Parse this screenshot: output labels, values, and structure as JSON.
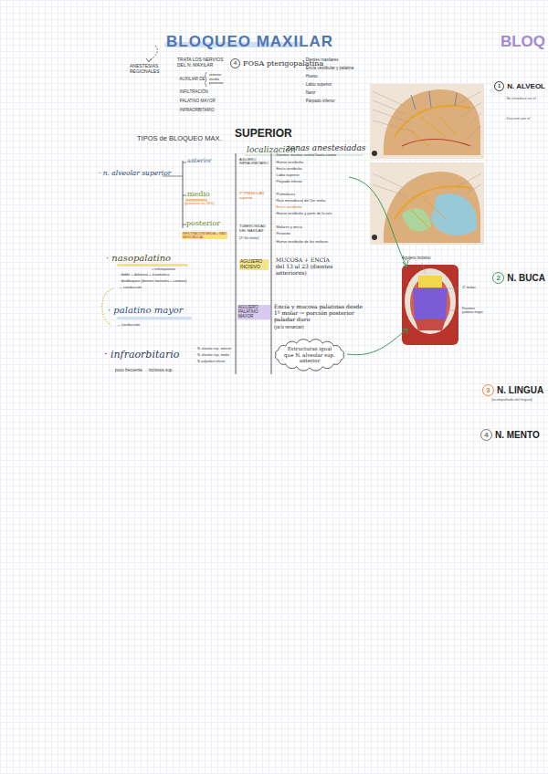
{
  "diagram": {
    "title": "BLOQUEO MAXILAR",
    "nodes": [
      {
        "text": [
          "4",
          "FOSA pterigopalatina"
        ]
      },
      {
        "text": [
          "Estructuras igual que N. alveolar sup. anterior"
        ]
      },
      {
        "text": [
          "1",
          "N. ALVEOL"
        ]
      },
      {
        "text": [
          "2",
          "N. BUCA"
        ]
      },
      {
        "text": [
          "3",
          "N. LINGUA"
        ]
      },
      {
        "text": [
          "4",
          "N. MENTO"
        ]
      }
    ],
    "labels": [
      "ANESTESIAS REGIONALES",
      "TRATA LOS NERVIOS DEL N. MAXILAR",
      "· AUXILIAR DE",
      "anterior medio posterior",
      "· INFILTRACIÓN",
      "· PALATINO MAYOR",
      "· INFRAORBITARIO",
      "· Dientes maxilares",
      "· Encía vestibular y palatina",
      "· Hueso",
      "· Labio superior",
      "· Nariz",
      "· Párpado inferior",
      "TIPOS de BLOQUEO MAX.",
      "SUPERIOR",
      "localización",
      "zonas anestesiadas",
      "· n. alveolar superior",
      "anterior",
      "AGUJERO INFRAORBITARIO",
      "· Dientes: incisivo central hasta canino",
      "· Hueso vestibular",
      "· Encía vestibular",
      "· Labio superior",
      "· Párpado inferior",
      "medio",
      "(presente en 28%)",
      "2º PREMOLAR superior",
      "· Premolares",
      "· Raíz mesiobucal del 1er molar",
      "· Encía vestibular",
      "· Hueso vestibular y parte de la raíz",
      "posterior",
      "INFILTRACIÓN MEDIA + RAÍZ MESIOBUCAL",
      "TUBEROSIDAD DEL MAXILAR",
      "(2º-3er molar)",
      "· Molares y encía",
      "· Periostio",
      "· Hueso vestibular de los molares",
      "· nasopalatino",
      "+ esfenopalatino",
      "· doble + dolorosa + traumática",
      "· desbloqueo (dientes frontales + caninos)",
      "→ conducción",
      "AGUJERO INCISIVO",
      "MUCOSA + ENCÍA del 13 al 23 (dientes anteriores)",
      "· palatino mayor",
      "→ conducción",
      "AGUJERO PALATINO MAYOR",
      "Encía y mucosa palatinas desde 1º molar → porción posterior paladar duro",
      "(ya lo remarcan)",
      "· infraorbitario",
      "poco frecuente → incisivos sup.",
      "· N. alveolar sup. anterior",
      "· N. alveolar sup. medio",
      "· N. palpebral inferior",
      "Agujero incisivo",
      "1º molar",
      "Foramen palatino mayor",
      "BLOQ",
      "- Se introduce en el",
      "- Discurre por el",
      "(acompañado del lingual)"
    ]
  }
}
